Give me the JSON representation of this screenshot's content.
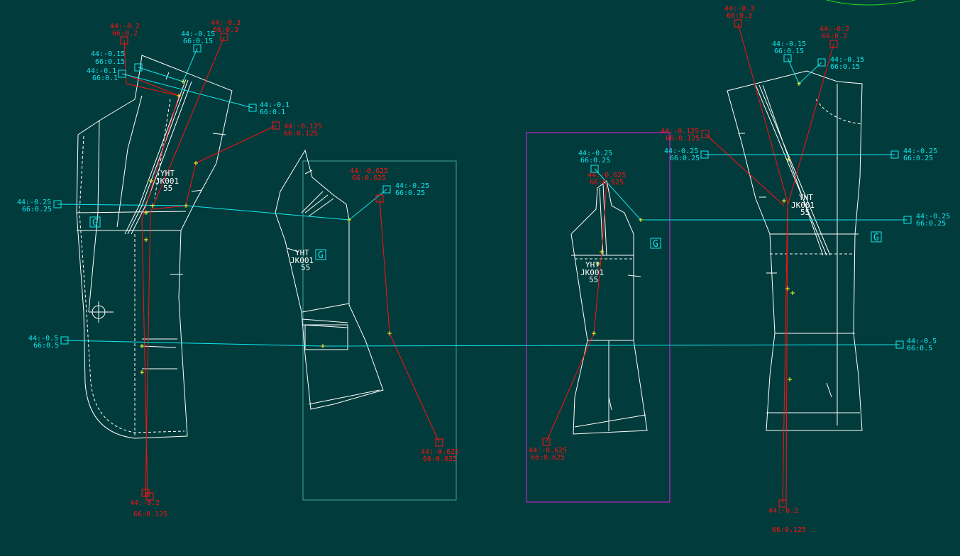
{
  "colors": {
    "background": "#023b3b",
    "pattern": "#ffffff",
    "grade_negative": "#ff1010",
    "grade_positive": "#10e8f0",
    "point": "#ffff30",
    "selection": "#e020e0",
    "frame": "#40a0a0",
    "ruler": "#20e020"
  },
  "pieces": [
    {
      "style": "YHT",
      "code": "JK001",
      "size": "55",
      "grain": "G"
    },
    {
      "style": "YHT",
      "code": "JK001",
      "size": "55",
      "grain": "G"
    },
    {
      "style": "YHT",
      "code": "JK001",
      "size": "55",
      "grain": "G"
    },
    {
      "style": "YHT",
      "code": "JK001",
      "size": "55",
      "grain": "G"
    }
  ],
  "annotations": [
    {
      "l1": "44:-0.2",
      "l2": "66:0.2"
    },
    {
      "l1": "44:-0.3",
      "l2": "66:0.3"
    },
    {
      "l1": "44:-0.15",
      "l2": "66:0.15"
    },
    {
      "l1": "44:-0.15",
      "l2": "66:0.15"
    },
    {
      "l1": "44:-0.1",
      "l2": "66:0.1"
    },
    {
      "l1": "44:-0.1",
      "l2": "66:0.1"
    },
    {
      "l1": "44:-0.125",
      "l2": "66:0.125"
    },
    {
      "l1": "44:-0.25",
      "l2": "66:0.25"
    },
    {
      "l1": "44:-0.5",
      "l2": "66:0.5"
    },
    {
      "l1": "44:-0.625",
      "l2": "66:0.625"
    },
    {
      "l1": "44:-0.25",
      "l2": "66:0.25"
    },
    {
      "l1": "44:-0.625",
      "l2": "66:0.625"
    },
    {
      "l1": "44:-0.2",
      "l2": "66:0.125"
    },
    {
      "l1": "44:-0.25",
      "l2": "66:0.25"
    },
    {
      "l1": "44:-0.625",
      "l2": "66:0.625"
    },
    {
      "l1": "44:-0.625",
      "l2": "66:0.625"
    },
    {
      "l1": "44:-0.3",
      "l2": "66:0.3"
    },
    {
      "l1": "44:-0.2",
      "l2": "66:0.2"
    },
    {
      "l1": "44:-0.15",
      "l2": "66:0.15"
    },
    {
      "l1": "44:-0.15",
      "l2": "66:0.15"
    },
    {
      "l1": "44:-0.125",
      "l2": "66:0.125"
    },
    {
      "l1": "44:-0.25",
      "l2": "66:0.25"
    },
    {
      "l1": "44:-0.25",
      "l2": "66:0.25"
    },
    {
      "l1": "44:-0.25",
      "l2": "66:0.25"
    },
    {
      "l1": "44:-0.5",
      "l2": "66:0.5"
    },
    {
      "l1": "44:-0.2",
      "l2": "66:0.125"
    }
  ]
}
